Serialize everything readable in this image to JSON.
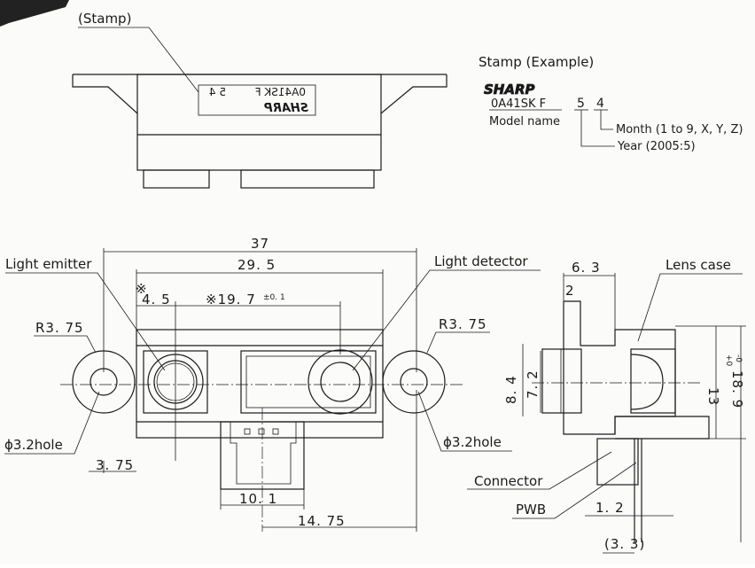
{
  "stamp_section": {
    "stamp_label": "(Stamp)",
    "example_title": "Stamp (Example)",
    "brand": "SHARP",
    "model_code": "0A41SK F",
    "date_digits": "5 4",
    "month_digit": "4",
    "year_digit": "5",
    "model_name_label": "Model name",
    "month_label": "Month (1 to 9, X, Y, Z)",
    "year_label": "Year (2005:5)"
  },
  "front_view": {
    "overall_width": "37",
    "hole_span": "29. 5",
    "edge_to_center": "4. 5",
    "lens_spacing": "※19. 7",
    "lens_spacing_tol": "±0. 1",
    "corner_mark": "※",
    "left_radius": "R3. 75",
    "right_radius": "R3. 75",
    "left_hole": "ϕ3.2hole",
    "right_hole": "ϕ3.2hole",
    "bottom_left": "3. 75",
    "connector_width": "10. 1",
    "connector_offset": "14. 75",
    "light_emitter": "Light emitter",
    "light_detector": "Light detector"
  },
  "side_view": {
    "top_width": "6. 3",
    "step": "2",
    "height_left": "8. 4",
    "height_inner": "7. 2",
    "lens_case": "Lens case",
    "height_13": "13",
    "height_total": "18. 9",
    "height_tol_plus": "+0",
    "height_tol_minus": "-0",
    "connector": "Connector",
    "pwb": "PWB",
    "pwb_thickness": "1. 2",
    "bottom_ref": "(3. 3)"
  }
}
